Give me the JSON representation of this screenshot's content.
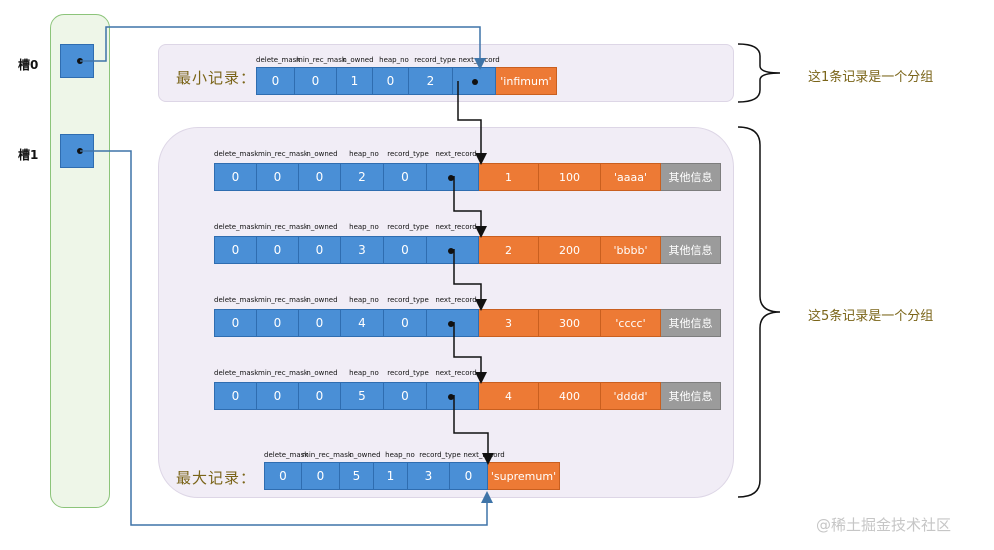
{
  "slots": [
    {
      "label": "槽0"
    },
    {
      "label": "槽1"
    }
  ],
  "headers": {
    "delete_mask": "delete_mask",
    "min_rec_mask": "min_rec_mask",
    "n_owned": "n_owned",
    "heap_no": "heap_no",
    "record_type": "record_type",
    "next_record": "next_record"
  },
  "infimum": {
    "label": "最小记录：",
    "values": [
      "0",
      "0",
      "1",
      "0",
      "2"
    ],
    "name": "'infimum'"
  },
  "records": [
    {
      "values": [
        "0",
        "0",
        "0",
        "2",
        "0"
      ],
      "id": "1",
      "num": "100",
      "str": "'aaaa'",
      "other": "其他信息"
    },
    {
      "values": [
        "0",
        "0",
        "0",
        "3",
        "0"
      ],
      "id": "2",
      "num": "200",
      "str": "'bbbb'",
      "other": "其他信息"
    },
    {
      "values": [
        "0",
        "0",
        "0",
        "4",
        "0"
      ],
      "id": "3",
      "num": "300",
      "str": "'cccc'",
      "other": "其他信息"
    },
    {
      "values": [
        "0",
        "0",
        "0",
        "5",
        "0"
      ],
      "id": "4",
      "num": "400",
      "str": "'dddd'",
      "other": "其他信息"
    }
  ],
  "supremum": {
    "label": "最大记录：",
    "values": [
      "0",
      "0",
      "5",
      "1",
      "3",
      "0"
    ],
    "name": "'supremum'"
  },
  "groups": {
    "group0": "这1条记录是一个分组",
    "group1": "这5条记录是一个分组"
  },
  "watermark": "@稀土掘金技术社区",
  "colors": {
    "field_blue": "#4a8fd6",
    "data_orange": "#ed7a35",
    "other_gray": "#9b9b9b",
    "slot_green": "#8cc47a",
    "arrow_blue": "#3f74a8",
    "group_text": "#7a6418"
  }
}
